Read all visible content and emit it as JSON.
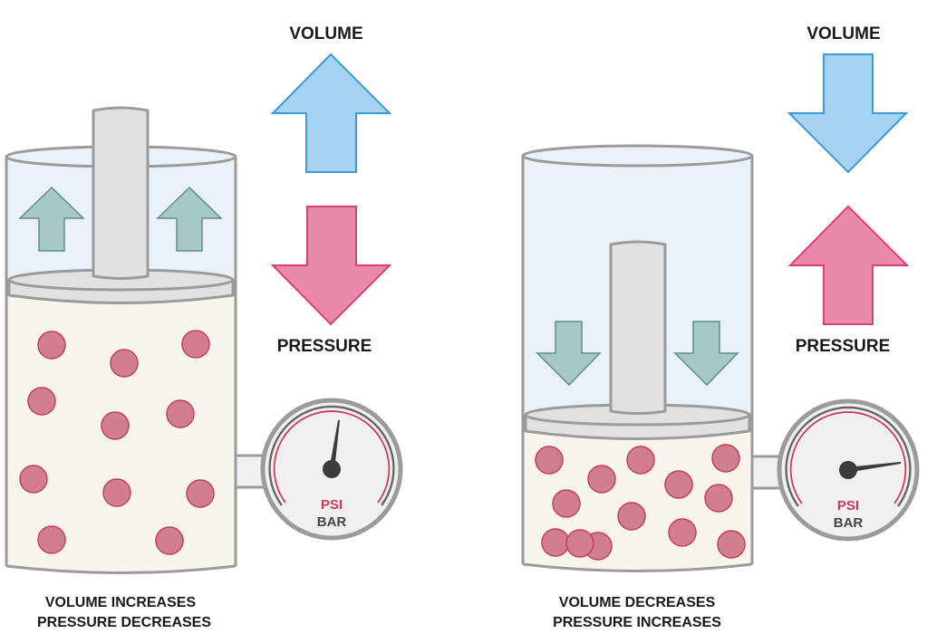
{
  "title": "Boyle's Law: pressure and volume in a piston cylinder",
  "colors": {
    "cylinder_stroke": "#9b9b9b",
    "gas_space": "#eaf2f8",
    "gas_fill": "#f8f5ec",
    "piston": "#e1e1e1",
    "particle_fill": "#d17e8e",
    "particle_stroke": "#c2405e",
    "push_arrow_fill": "#a6c8c6",
    "push_arrow_stroke": "#5f8e8b",
    "volume_arrow_fill": "#a6d3f2",
    "volume_arrow_stroke": "#3b9ad6",
    "pressure_arrow_fill": "#e98aab",
    "pressure_arrow_stroke": "#dc3f78",
    "gauge_face": "#f0f0f0",
    "gauge_red": "#cf3a58",
    "gauge_needle": "#3b3b3b",
    "text": "#1a1a1a",
    "gauge_bar_text": "#444444"
  },
  "panels": [
    {
      "id": "left",
      "volume_label": "VOLUME",
      "volume_direction": "up",
      "pressure_label": "PRESSURE",
      "pressure_direction": "down",
      "piston_motion": "up",
      "gauge": {
        "unit_primary": "PSI",
        "unit_secondary": "BAR",
        "needle_level": "low"
      },
      "particle_count": 11,
      "caption_line1": "VOLUME INCREASES",
      "caption_line2": "PRESSURE DECREASES"
    },
    {
      "id": "right",
      "volume_label": "VOLUME",
      "volume_direction": "down",
      "pressure_label": "PRESSURE",
      "pressure_direction": "up",
      "piston_motion": "down",
      "gauge": {
        "unit_primary": "PSI",
        "unit_secondary": "BAR",
        "needle_level": "high"
      },
      "particle_count": 13,
      "caption_line1": "VOLUME DECREASES",
      "caption_line2": "PRESSURE INCREASES"
    }
  ]
}
